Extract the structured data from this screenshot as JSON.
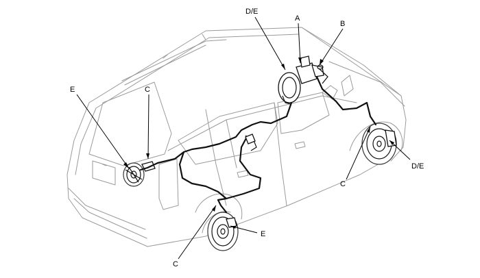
{
  "callouts": {
    "de_top": "D/E",
    "a": "A",
    "b": "B",
    "e_left": "E",
    "c_left": "C",
    "de_right": "D/E",
    "c_right": "C",
    "e_bottom": "E",
    "c_bottom": "C"
  }
}
